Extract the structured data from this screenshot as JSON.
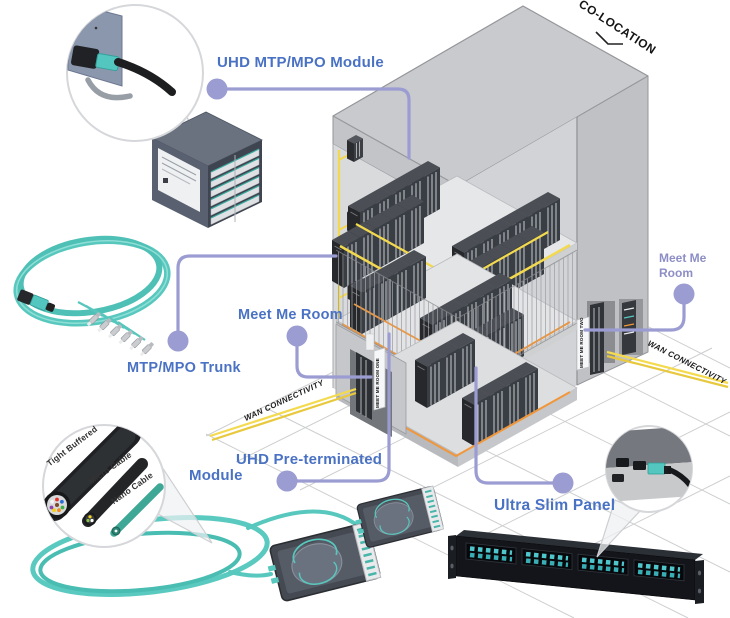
{
  "diagram": {
    "product_labels": {
      "uhd_module": "UHD MTP/MPO Module",
      "mtp_trunk": "MTP/MPO Trunk",
      "meet_me_room_center": "Meet Me Room",
      "meet_me_room_right": "Meet Me Room",
      "uhd_preterm_line1": "UHD Pre-terminated",
      "uhd_preterm_line2": "Module",
      "ultra_slim": "Ultra Slim Panel"
    },
    "building_labels": {
      "co_location": "CO-LOCATION",
      "wan_left": "WAN CONNECTIVITY",
      "wan_right": "WAN CONNECTIVITY",
      "sign_one": "MEET ME ROOM ONE",
      "sign_two": "MEET ME ROOM TWO"
    },
    "cable_labels": {
      "tight_buffered": "Tight Buffered",
      "micro_cable": "Micro Cable",
      "nano_cable": "Nano Cable"
    },
    "colors": {
      "label_blue": "#4a72c4",
      "label_lavender": "#8d8ec6",
      "leader_line": "#9b9cd2",
      "aqua_cable": "#58c8be",
      "yellow_cable": "#f3d94e",
      "orange_cable": "#f0973c"
    }
  }
}
